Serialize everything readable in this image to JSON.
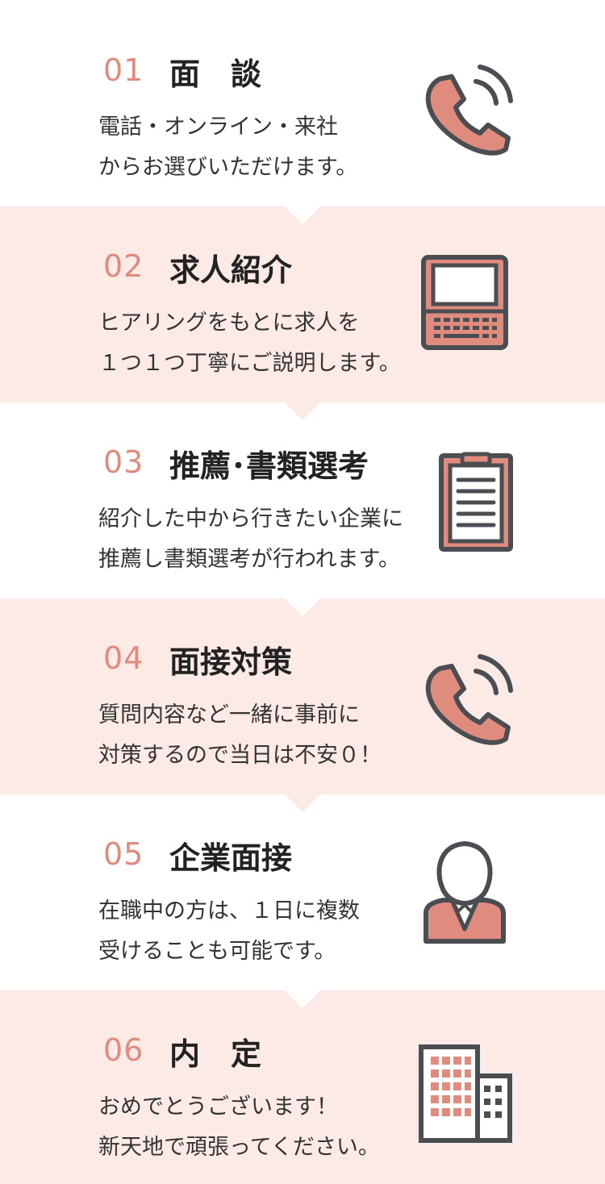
{
  "steps": [
    {
      "number": "01",
      "title": "面　談",
      "lines": [
        "電話・オンライン・来社",
        "からお選びいただけます。"
      ],
      "icon": "phone-icon"
    },
    {
      "number": "02",
      "title": "求人紹介",
      "lines": [
        "ヒアリングをもとに求人を",
        "１つ１つ丁寧にご説明します。"
      ],
      "icon": "laptop-icon"
    },
    {
      "number": "03",
      "title": "推薦･書類選考",
      "lines": [
        "紹介した中から行きたい企業に",
        "推薦し書類選考が行われます。"
      ],
      "icon": "clipboard-icon"
    },
    {
      "number": "04",
      "title": "面接対策",
      "lines": [
        "質問内容など一緒に事前に",
        "対策するので当日は不安０！"
      ],
      "icon": "phone-icon"
    },
    {
      "number": "05",
      "title": "企業面接",
      "lines": [
        "在職中の方は、１日に複数",
        "受けることも可能です。"
      ],
      "icon": "person-icon"
    },
    {
      "number": "06",
      "title": "内　定",
      "lines": [
        "おめでとうございます！",
        "新天地で頑張ってください。"
      ],
      "icon": "building-icon"
    }
  ],
  "colors": {
    "accent": "#df8b7d",
    "pink_bg": "#fceae7",
    "dark": "#4a4e52"
  }
}
